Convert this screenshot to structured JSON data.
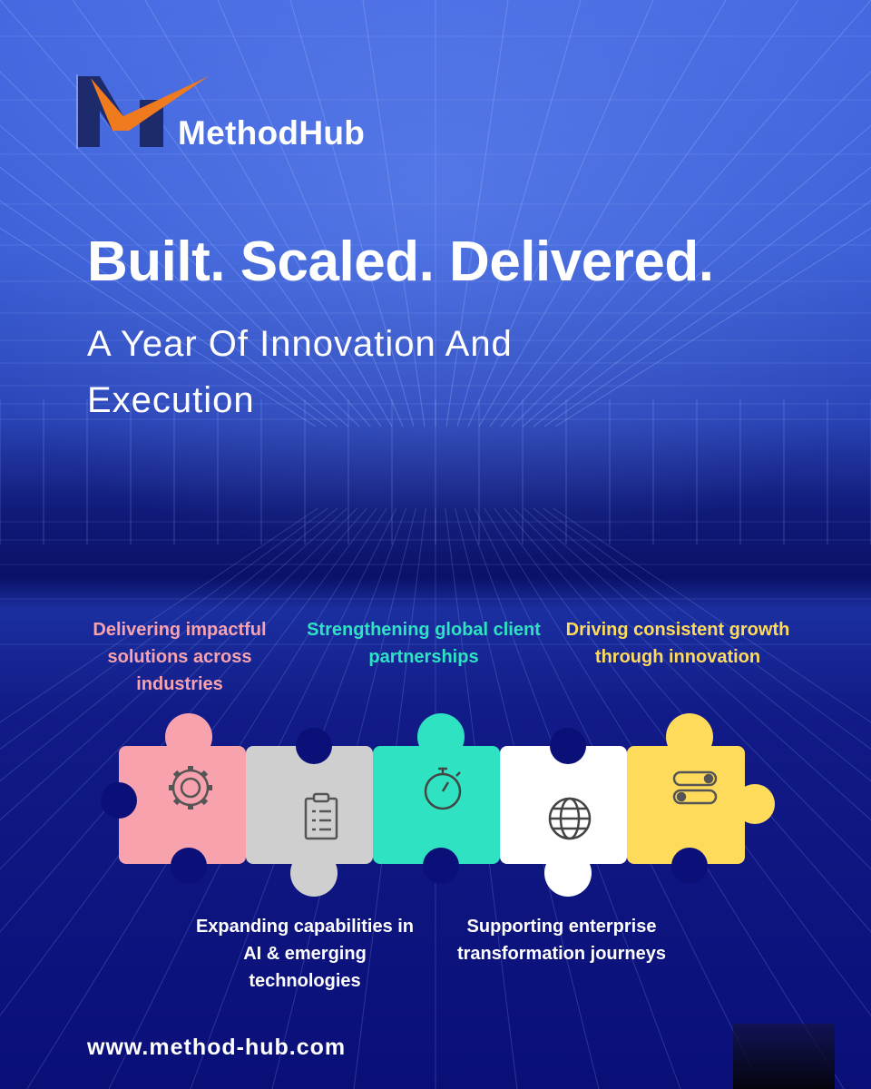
{
  "brand": {
    "name": "MethodHub",
    "colors": {
      "primary": "#1d2a6b",
      "accent": "#f07a1e"
    }
  },
  "hero": {
    "headline": "Built. Scaled. Delivered.",
    "subline": "A Year Of Innovation And Execution"
  },
  "highlights": [
    {
      "text": "Delivering impactful solutions across industries",
      "color": "#f7a2ad",
      "icon": "gear-icon"
    },
    {
      "text": "Expanding capabilities in AI & emerging technologies",
      "color": "#cfcfcf",
      "icon": "clipboard-icon"
    },
    {
      "text": "Strengthening global client partnerships",
      "color": "#2fe3c2",
      "icon": "stopwatch-icon"
    },
    {
      "text": "Supporting enterprise transformation journeys",
      "color": "#ffffff",
      "icon": "globe-icon"
    },
    {
      "text": "Driving consistent growth through innovation",
      "color": "#ffdb5c",
      "icon": "toggle-icon"
    }
  ],
  "footer": {
    "url": "www.method-hub.com"
  }
}
